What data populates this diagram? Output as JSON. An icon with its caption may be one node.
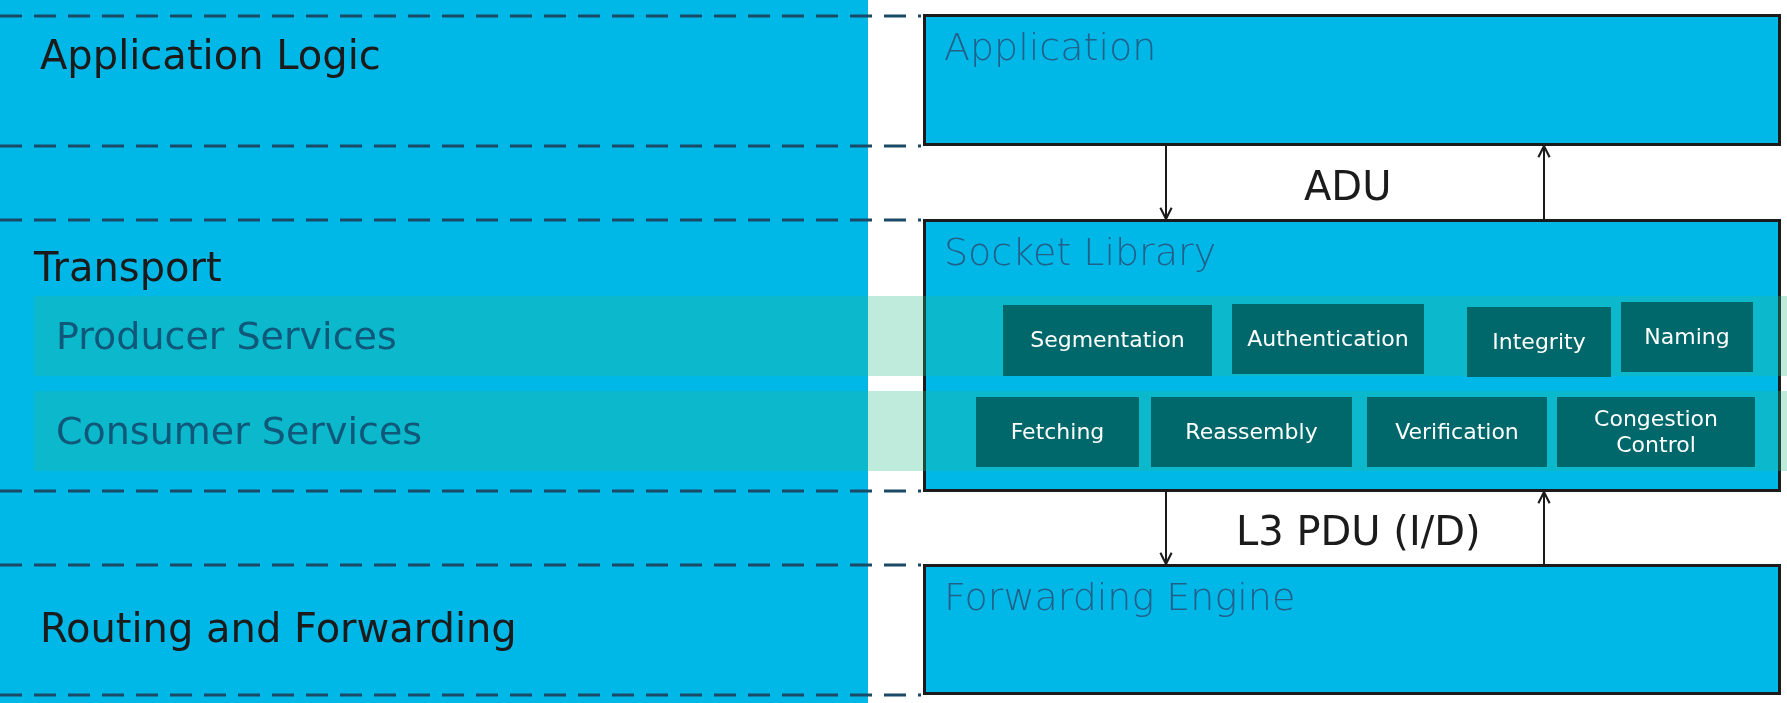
{
  "diagram": {
    "nodes": [
      {
        "text": [
          "Application"
        ]
      },
      {
        "text": [
          "Socket Library"
        ]
      },
      {
        "text": [
          "Segmentation"
        ]
      },
      {
        "text": [
          "Authentication"
        ]
      },
      {
        "text": [
          "Integrity"
        ]
      },
      {
        "text": [
          "Naming"
        ]
      },
      {
        "text": [
          "Fetching"
        ]
      },
      {
        "text": [
          "Reassembly"
        ]
      },
      {
        "text": [
          "Verification"
        ]
      },
      {
        "text": [
          "Congestion Control"
        ]
      },
      {
        "text": [
          "Forwarding Engine"
        ]
      },
      {
        "text": [
          "Producer Services"
        ]
      },
      {
        "text": [
          "Consumer Services"
        ]
      }
    ],
    "edges": [
      {
        "from": 0,
        "to": 1,
        "arrow": "to"
      },
      {
        "from": 1,
        "to": 0,
        "arrow": "to"
      },
      {
        "from": 1,
        "to": 10,
        "arrow": "to"
      },
      {
        "from": 10,
        "to": 1,
        "arrow": "to"
      }
    ],
    "labels": [
      "Application Logic",
      "ADU",
      "Transport",
      "L3 PDU (I/D)",
      "Routing and Forwarding"
    ]
  }
}
